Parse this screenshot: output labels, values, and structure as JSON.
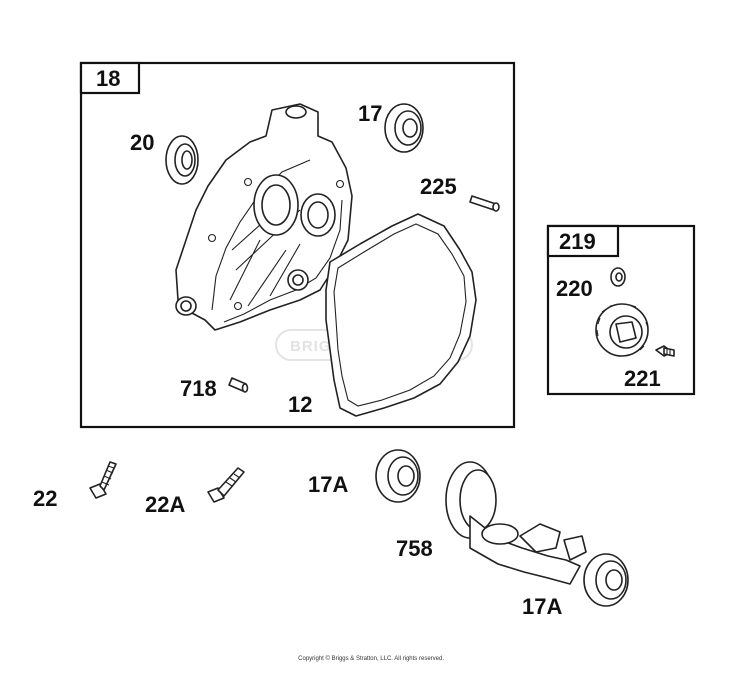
{
  "diagram": {
    "groups": [
      {
        "id": "18",
        "label": "18"
      },
      {
        "id": "219",
        "label": "219"
      }
    ],
    "callouts": {
      "p17": "17",
      "p20": "20",
      "p225": "225",
      "p718": "718",
      "p12": "12",
      "p220": "220",
      "p221": "221",
      "p22": "22",
      "p22A": "22A",
      "p17A_top": "17A",
      "p758": "758",
      "p17A_bottom": "17A"
    },
    "watermark": "BRIGGS&STRATTON",
    "copyright": "Copyright © Briggs & Stratton, LLC. All rights reserved."
  }
}
